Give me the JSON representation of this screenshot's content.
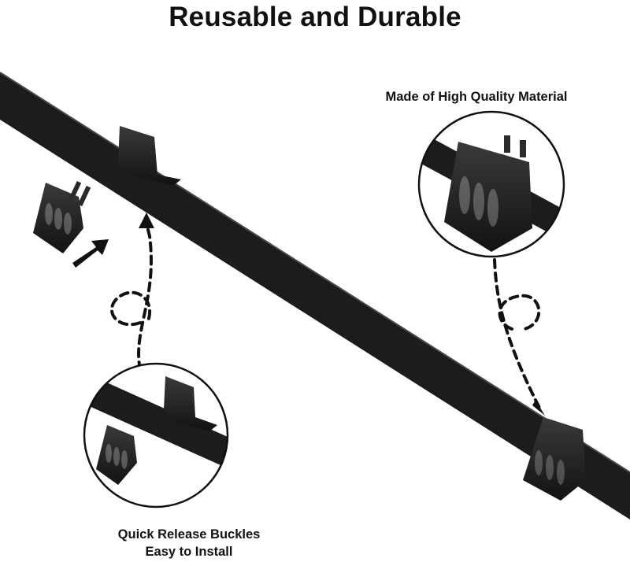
{
  "headline": "Reusable and Durable",
  "callout_material": "Made of High Quality Material",
  "callout_install": {
    "line1": "Quick Release Buckles",
    "line2": "Easy to Install"
  },
  "colors": {
    "plastic": "#1b1b1b",
    "plastic_edge": "#3a3a3a",
    "background": "#ffffff"
  },
  "icons": [
    "arrow-icon",
    "dashed-arrow-icon"
  ]
}
